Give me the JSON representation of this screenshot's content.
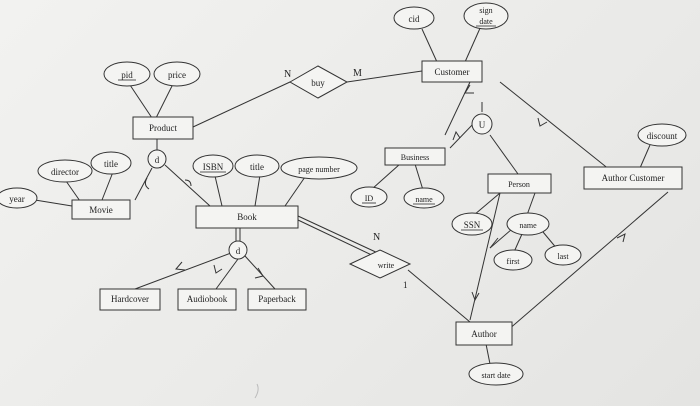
{
  "diagram": {
    "entities": {
      "customer": "Customer",
      "product": "Product",
      "business": "Business",
      "person": "Person",
      "author_customer": "Author Customer",
      "movie": "Movie",
      "book": "Book",
      "hardcover": "Hardcover",
      "audiobook": "Audiobook",
      "paperback": "Paperback",
      "author": "Author"
    },
    "relationships": {
      "buy": "buy",
      "write": "write"
    },
    "attributes": {
      "cid": "cid",
      "sign_date_1": "sign",
      "sign_date_2": "date",
      "pid": "pid",
      "price": "price",
      "discount": "discount",
      "director": "director",
      "title_movie": "title",
      "year": "year",
      "isbn": "ISBN",
      "title_book": "title",
      "page_number": "page number",
      "id": "ID",
      "name_business": "name",
      "ssn": "SSN",
      "name_person": "name",
      "first": "first",
      "last": "last",
      "start_date": "start date"
    },
    "specializations": {
      "product_d": "d",
      "book_d": "d",
      "customer_u": "U"
    },
    "cardinalities": {
      "buy_product": "N",
      "buy_customer": "M",
      "write_book": "N",
      "write_author": "1"
    }
  }
}
